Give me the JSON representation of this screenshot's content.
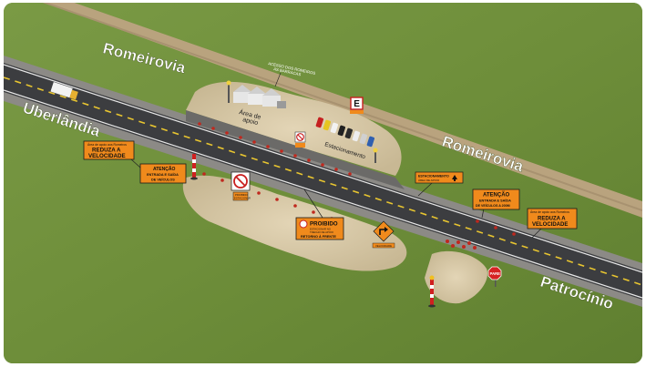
{
  "places": {
    "romeirovia_left": "Romeirovia",
    "romeirovia_right": "Romeirovia",
    "uberlandia": "Uberlândia",
    "patrocinio": "Patrocínio"
  },
  "areas": {
    "area_apoio_line1": "Área de",
    "area_apoio_line2": "apoio",
    "estacionamento": "Estacionamento",
    "acesso_line1": "ACESSO DOS ROMEIROS",
    "acesso_line2": "ÀS BARRACAS"
  },
  "signs": {
    "reduza_left_small": "Área de apoio aos Romeiros",
    "reduza_left_line1": "REDUZA A",
    "reduza_left_line2": "VELOCIDADE",
    "atencao_left_title": "ATENÇÃO",
    "atencao_left_line1": "ENTRADA E SAÍDA",
    "atencao_left_line2": "DE VEÍCULOS",
    "proibido_title": "PROIBIDO",
    "proibido_line1": "ESTACIONAR NO",
    "proibido_line2": "TRECHO DE APOIO",
    "proibido_line3": "RETORNO À FRENTE",
    "estacionamento_sign_line1": "ESTACIONAMENTO",
    "estacionamento_sign_line2": "ÁREA DE APOIO",
    "atencao_right_title": "ATENÇÃO",
    "atencao_right_line1": "ENTRADA E SAÍDA",
    "atencao_right_line2": "DE VEÍCULOS A 200M",
    "reduza_right_small": "Área de apoio aos Romeiros",
    "reduza_right_line1": "REDUZA A",
    "reduza_right_line2": "VELOCIDADE",
    "no_park_caption_line1": "PROIBIDO",
    "no_park_caption_line2": "ESTACIONAR",
    "arrow_caption": "VELOCIDADE",
    "pare": "PARE",
    "e_sign": "E"
  },
  "colors": {
    "grass": "#6f8f3c",
    "asphalt": "#3c3d40",
    "sign_orange": "#f08a1c",
    "sign_border": "#1a1a1a",
    "label_white": "#ffffff",
    "dirt": "#d9c9a8"
  }
}
